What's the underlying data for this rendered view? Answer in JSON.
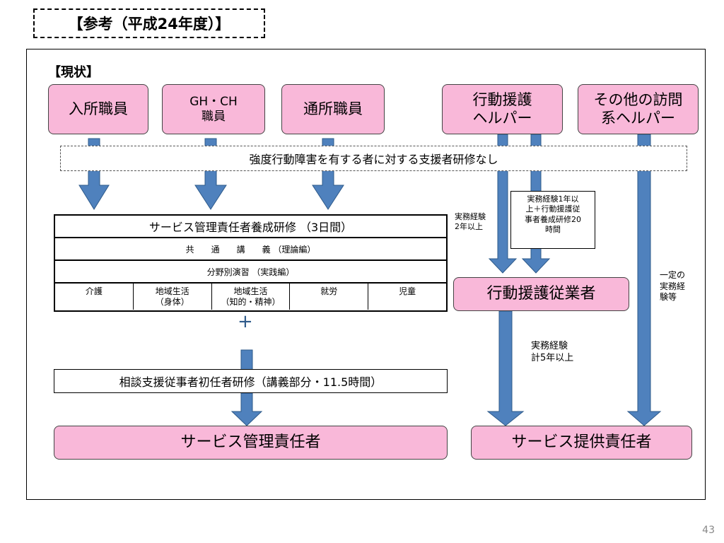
{
  "title": "【参考（平成24年度）】",
  "section_label": "【現状】",
  "sources": {
    "nyusho": "入所職員",
    "gh_ch_1": "GH・CH",
    "gh_ch_2": "職員",
    "tsusho": "通所職員",
    "kodo_1": "行動援護",
    "kodo_2": "ヘルパー",
    "other_1": "その他の訪問",
    "other_2": "系ヘルパー"
  },
  "no_training_band": "強度行動障害を有する者に対する支援者研修なし",
  "training_table": {
    "header": "サービス管理責任者養成研修 （3日間）",
    "row_common": "共　　通　　講　　義 （理論編）",
    "row_practice": "分野別演習 （実践編）",
    "fields": [
      {
        "line1": "介護",
        "line2": ""
      },
      {
        "line1": "地域生活",
        "line2": "（身体）"
      },
      {
        "line1": "地域生活",
        "line2": "（知的・精神）"
      },
      {
        "line1": "就労",
        "line2": ""
      },
      {
        "line1": "児童",
        "line2": ""
      }
    ]
  },
  "plus_sign": "+",
  "consult_training": "相談支援従事者初任者研修（講義部分・11.5時間）",
  "notes": {
    "exp2_1": "実務経験",
    "exp2_2": "2年以上",
    "exp1_1": "実務経験1年以",
    "exp1_2": "上＋行動援護従",
    "exp1_3": "事者養成研修20",
    "exp1_4": "時間",
    "fixed_1": "一定の",
    "fixed_2": "実務経",
    "fixed_3": "験等",
    "exp5_1": "実務経験",
    "exp5_2": "計5年以上"
  },
  "kodo_worker": "行動援護従業者",
  "service_manager": "サービス管理責任者",
  "service_provider": "サービス提供責任者",
  "page_number": "43",
  "colors": {
    "pink_box": "#f9b8d9",
    "arrow_blue": "#4f81bd",
    "arrow_border": "#2e5a8a"
  }
}
